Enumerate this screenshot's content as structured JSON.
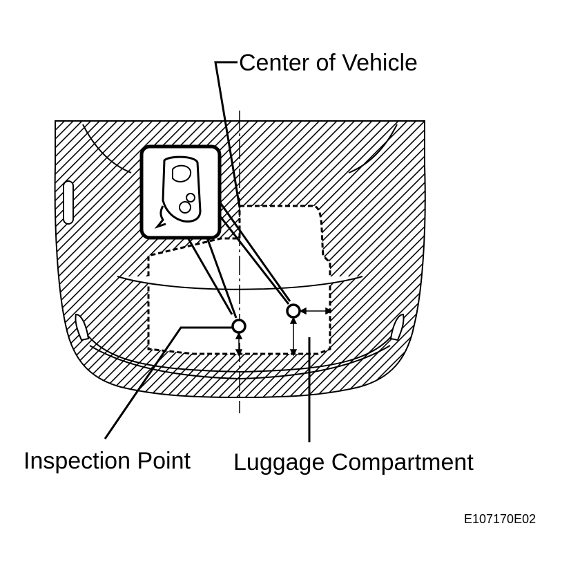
{
  "labels": {
    "center_of_vehicle": "Center of Vehicle",
    "inspection_point": "Inspection Point",
    "luggage_compartment": "Luggage Compartment",
    "figure_code": "E107170E02"
  },
  "icons": {
    "vehicle": "vehicle-rear-topview-icon",
    "key": "smart-key-fob-icon",
    "inspection_point": "circle-marker-icon"
  },
  "colors": {
    "line": "#000000",
    "background": "#ffffff"
  }
}
